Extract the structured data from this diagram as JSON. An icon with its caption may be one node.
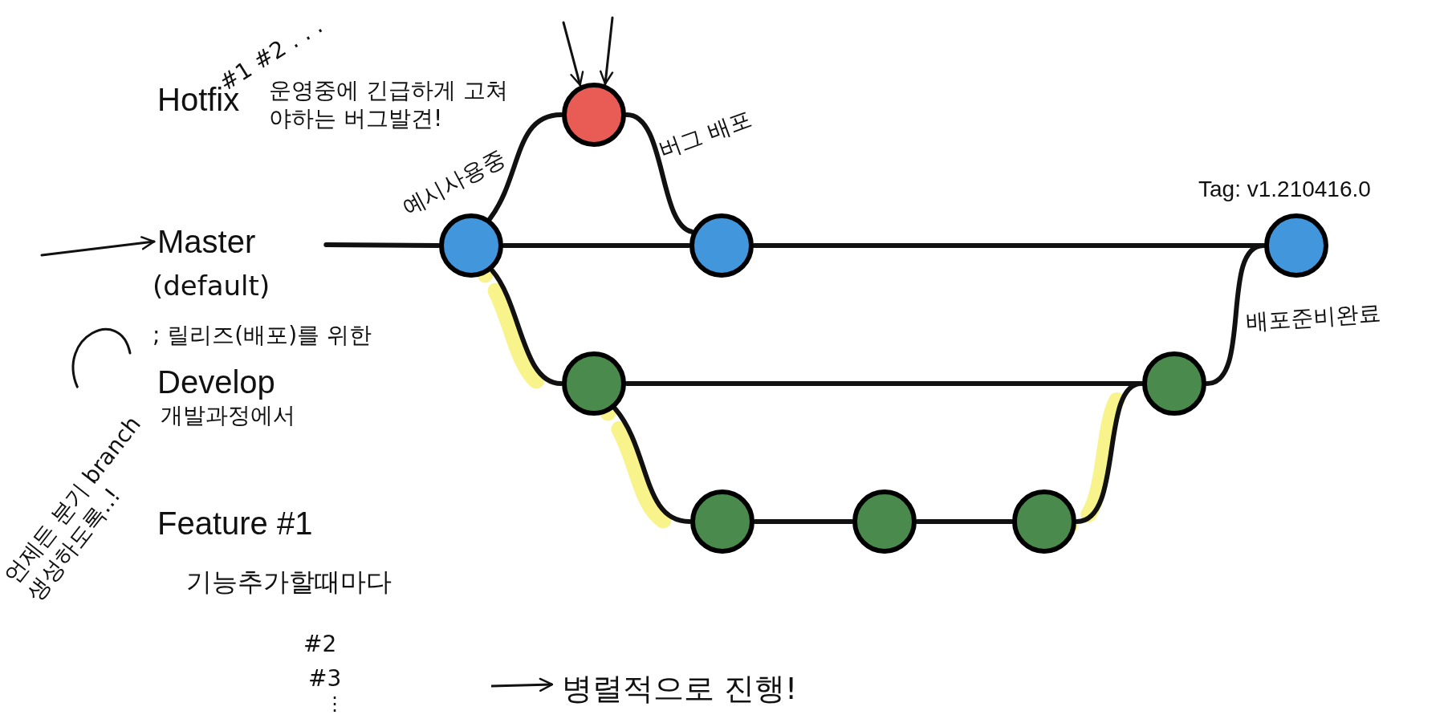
{
  "diagram": {
    "nodes": [
      {
        "text": [
          "Hotfix"
        ]
      },
      {
        "text": [
          "Master"
        ],
        "beside": [
          "(default)",
          "; 릴리즈(배포)를 위한"
        ]
      },
      {
        "text": [
          "Develop"
        ],
        "beside": [
          "개발과정에서"
        ]
      },
      {
        "text": [
          "Feature #1"
        ],
        "beside": [
          "기능추가할때마다"
        ]
      },
      {
        "text": [],
        "shape": "circle"
      },
      {
        "text": [],
        "shape": "circle",
        "beside": [
          "예시사용중"
        ]
      },
      {
        "text": [],
        "shape": "circle"
      },
      {
        "text": [],
        "shape": "circle",
        "beside": [
          "Tag: v1.210416.0"
        ]
      },
      {
        "text": [],
        "shape": "circle"
      },
      {
        "text": [],
        "shape": "circle"
      },
      {
        "text": [],
        "shape": "circle"
      },
      {
        "text": [],
        "shape": "circle"
      },
      {
        "text": [],
        "shape": "circle"
      },
      {
        "text": [
          "언제든 분기 branch 생성하도록..!"
        ]
      }
    ],
    "edges": [
      {
        "from": null,
        "to": 1,
        "arrow": "to"
      },
      {
        "from": 1,
        "to": 5,
        "arrow": "none"
      },
      {
        "from": 5,
        "to": 6,
        "arrow": "none"
      },
      {
        "from": 6,
        "to": 7,
        "arrow": "none"
      },
      {
        "from": 5,
        "to": 4,
        "arrow": "none"
      },
      {
        "from": 4,
        "to": 6,
        "arrow": "none",
        "label": "버그 배포"
      },
      {
        "from": 5,
        "to": 8,
        "arrow": "none"
      },
      {
        "from": 8,
        "to": 9,
        "arrow": "none"
      },
      {
        "from": 8,
        "to": 10,
        "arrow": "none"
      },
      {
        "from": 10,
        "to": 11,
        "arrow": "none"
      },
      {
        "from": 11,
        "to": 12,
        "arrow": "none"
      },
      {
        "from": 12,
        "to": 9,
        "arrow": "none"
      },
      {
        "from": 9,
        "to": 7,
        "arrow": "none",
        "label": "배포준비완료"
      },
      {
        "from": null,
        "to": 4,
        "arrow": "to"
      },
      {
        "from": null,
        "to": 4,
        "arrow": "to"
      },
      {
        "from": 13,
        "to": 1,
        "arrow": "none"
      }
    ],
    "labels": [
      "#1 #2 . . .",
      "운영중에 긴급하게 고쳐야하는 버그발견!",
      "#2",
      "#3",
      "⋮",
      "병렬적으로 진행!"
    ]
  }
}
